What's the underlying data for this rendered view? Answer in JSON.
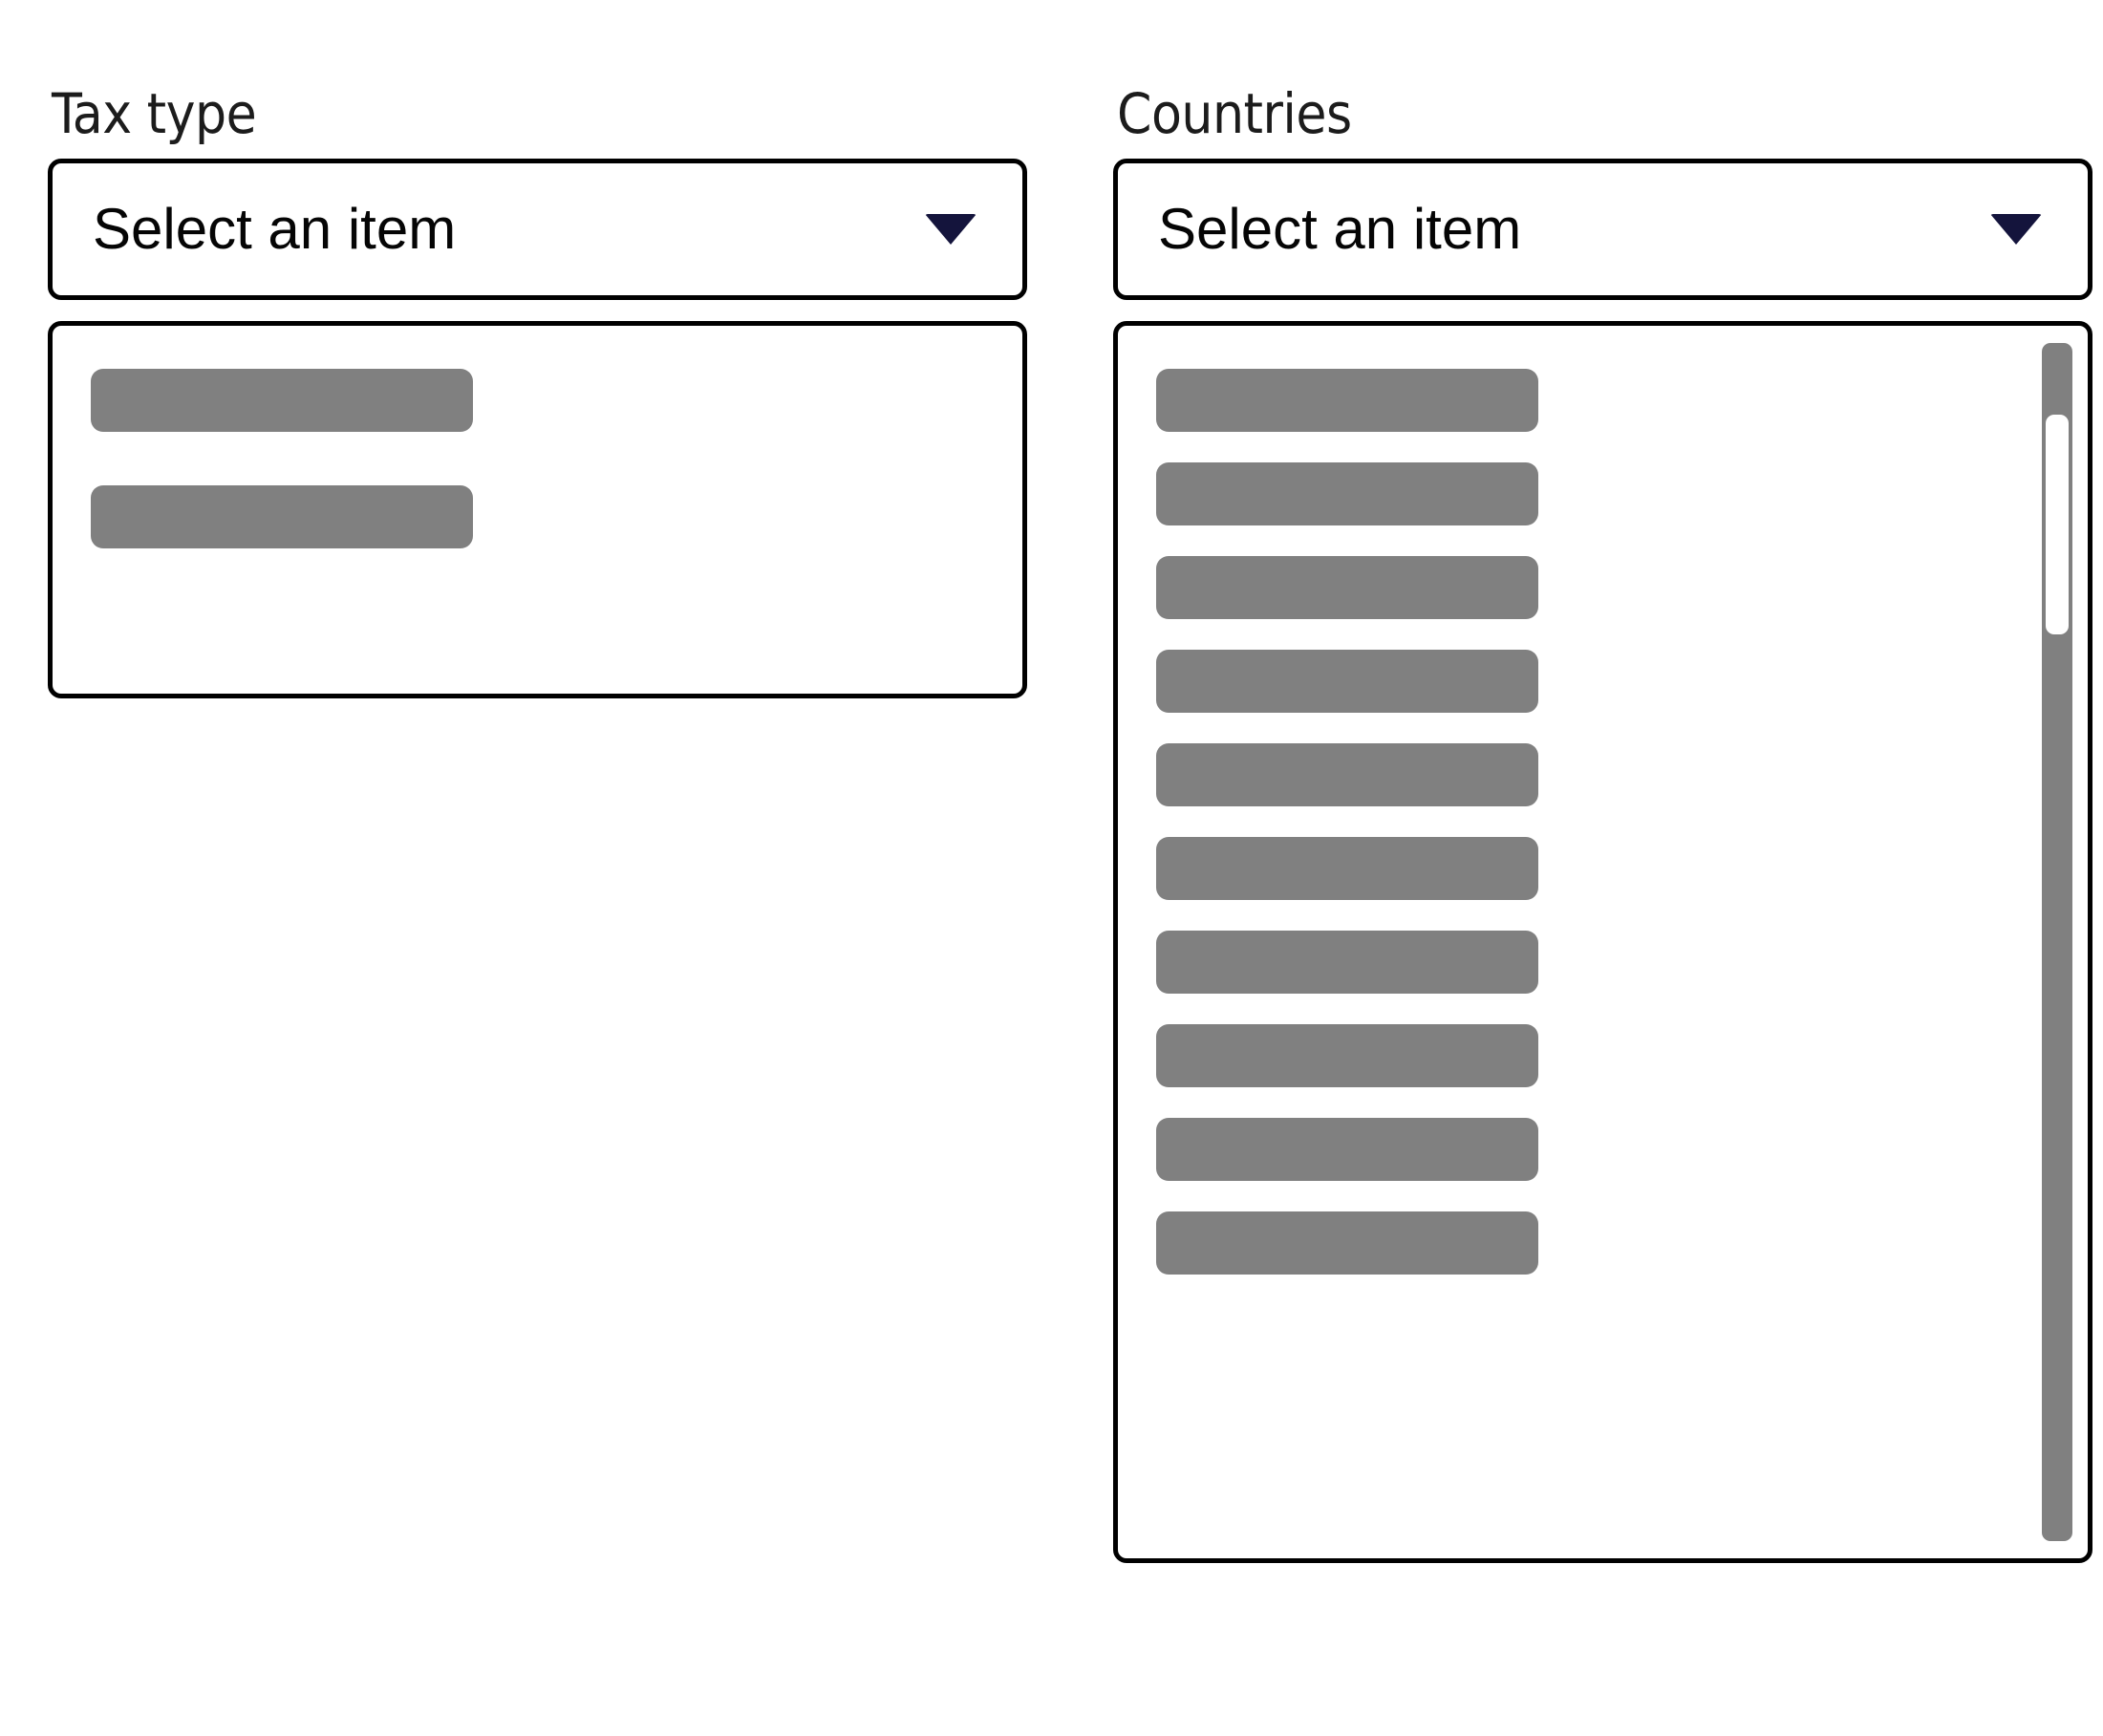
{
  "fields": [
    {
      "id": "tax-type",
      "label": "Tax type",
      "select": {
        "value": "Select an item",
        "placeholder": "Select an item",
        "caret": "chevron-down-icon",
        "caret_color": "#14143c"
      },
      "dropdown": {
        "open": true,
        "loading": true,
        "option_count": 2,
        "options": [
          "",
          ""
        ],
        "skeleton_color": "#808080",
        "scrollbar": false
      }
    },
    {
      "id": "countries",
      "label": "Countries",
      "select": {
        "value": "Select an item",
        "placeholder": "Select an item",
        "caret": "chevron-down-icon",
        "caret_color": "#14143c"
      },
      "dropdown": {
        "open": true,
        "loading": true,
        "option_count": 10,
        "options": [
          "",
          "",
          "",
          "",
          "",
          "",
          "",
          "",
          "",
          ""
        ],
        "skeleton_color": "#808080",
        "scrollbar": true,
        "scrollbar_track_color": "#808080",
        "scrollbar_thumb_color": "#ffffff"
      }
    }
  ],
  "theme": {
    "background": "#ffffff",
    "border_color": "#000000",
    "text_color": "#050505",
    "label_color": "#1c1c1c",
    "accent": "#14143c"
  }
}
